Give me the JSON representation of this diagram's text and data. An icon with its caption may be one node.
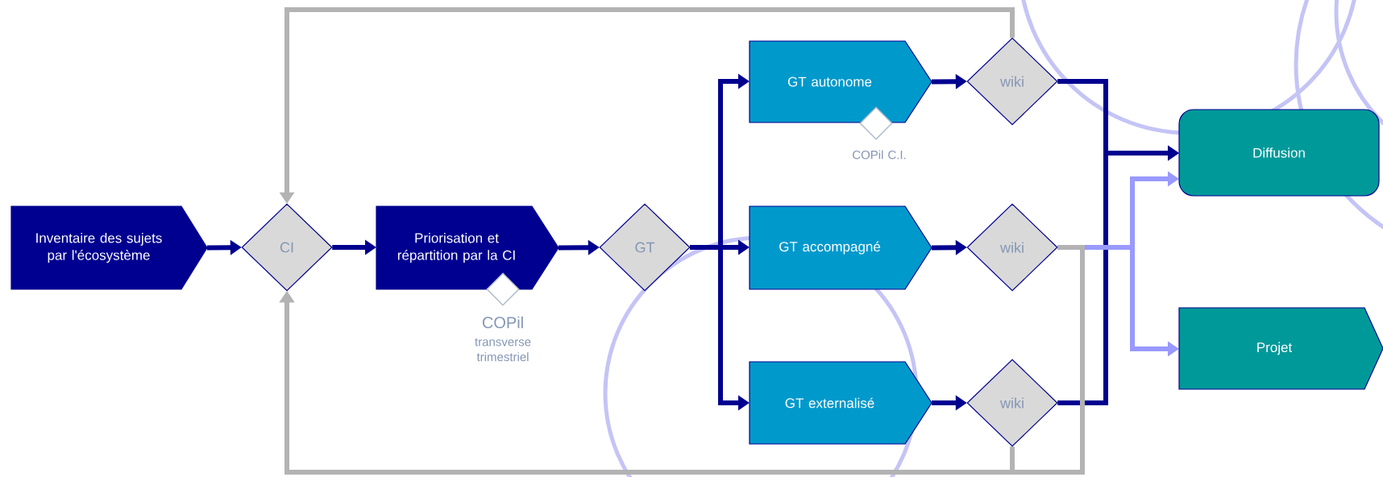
{
  "diagram": {
    "nodes": [
      {
        "text": [
          "Inventaire des sujets par l'écosystème"
        ]
      },
      {
        "text": [
          "CI"
        ]
      },
      {
        "text": [
          "Priorisation et répartition par la CI"
        ]
      },
      {
        "text": [],
        "shape": "diamond",
        "beside": [
          "COPil",
          "transverse trimestriel"
        ]
      },
      {
        "text": [
          "GT"
        ]
      },
      {
        "text": [
          "GT autonome"
        ]
      },
      {
        "text": [],
        "shape": "diamond",
        "beside": [
          "COPil C.I."
        ]
      },
      {
        "text": [
          "wiki"
        ]
      },
      {
        "text": [
          "GT accompagné"
        ]
      },
      {
        "text": [
          "wiki"
        ]
      },
      {
        "text": [
          "GT externalisé"
        ]
      },
      {
        "text": [
          "wiki"
        ]
      },
      {
        "text": [
          "Diffusion"
        ]
      },
      {
        "text": [
          "Projet"
        ]
      }
    ],
    "edges": [
      {
        "from": 0,
        "to": 1,
        "arrow": "to"
      },
      {
        "from": 1,
        "to": 2,
        "arrow": "to"
      },
      {
        "from": 2,
        "to": 4,
        "arrow": "to"
      },
      {
        "from": 4,
        "to": 5,
        "arrow": "to"
      },
      {
        "from": 4,
        "to": 8,
        "arrow": "to"
      },
      {
        "from": 4,
        "to": 10,
        "arrow": "to"
      },
      {
        "from": 5,
        "to": 7,
        "arrow": "to"
      },
      {
        "from": 8,
        "to": 9,
        "arrow": "to"
      },
      {
        "from": 10,
        "to": 11,
        "arrow": "to"
      },
      {
        "from": 7,
        "to": 12,
        "arrow": "to"
      },
      {
        "from": 11,
        "to": 12,
        "arrow": "to"
      },
      {
        "from": 9,
        "to": 12,
        "arrow": "to",
        "color": "#9999ff"
      },
      {
        "from": 9,
        "to": 13,
        "arrow": "to",
        "color": "#9999ff"
      },
      {
        "from": 7,
        "to": 1,
        "arrow": "to",
        "color": "#b3b3b3"
      },
      {
        "from": 11,
        "to": 1,
        "arrow": "to",
        "color": "#b3b3b3"
      },
      {
        "from": 9,
        "to": 1,
        "arrow": "to",
        "color": "#b3b3b3"
      }
    ]
  }
}
